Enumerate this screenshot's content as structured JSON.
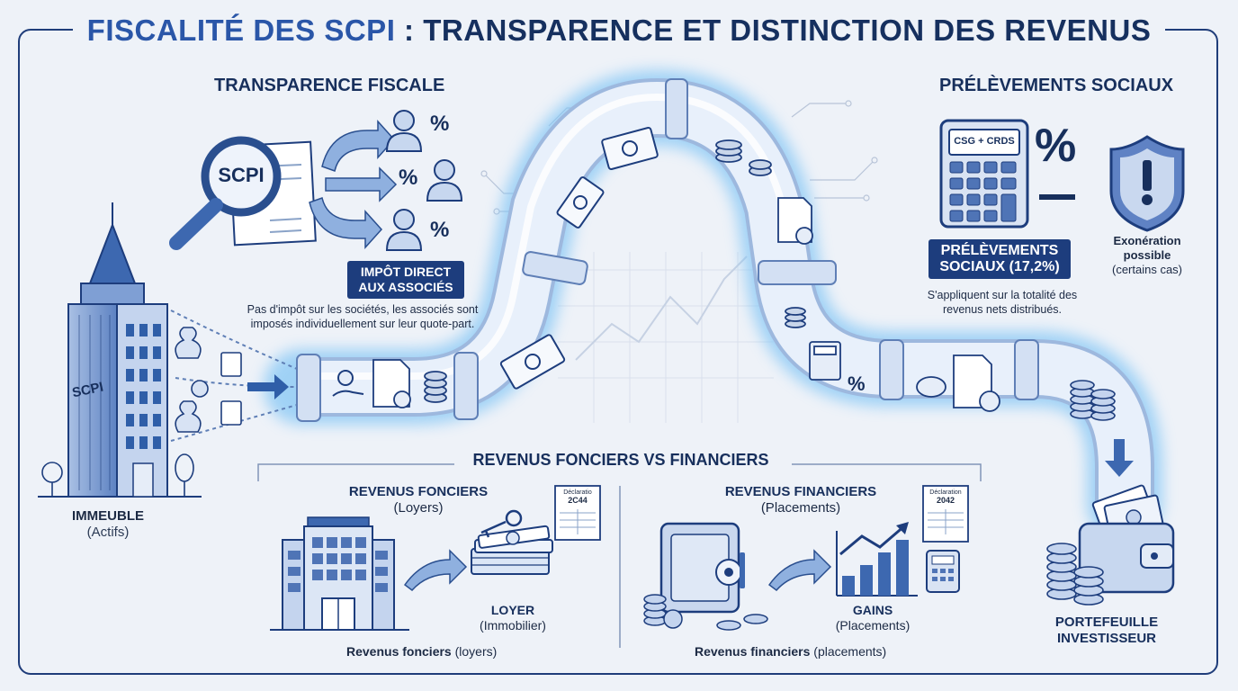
{
  "title": {
    "part1": "FISCALITÉ DES SCPI",
    "part2": " : TRANSPARENCE ET DISTINCTION DES REVENUS"
  },
  "transparence": {
    "heading": "TRANSPARENCE FISCALE",
    "doc_label": "SCPI",
    "percent": "%",
    "box_line1": "IMPÔT DIRECT",
    "box_line2": "AUX ASSOCIÉS",
    "note_line1": "Pas d'impôt sur les sociétés, les associés sont",
    "note_line2": "imposés individuellement sur leur quote-part."
  },
  "prelevements": {
    "heading": "PRÉLÈVEMENTS SOCIAUX",
    "calc_screen": "CSG + CRDS",
    "percent": "%",
    "box_line1": "PRÉLÈVEMENTS",
    "box_line2": "SOCIAUX (17,2%)",
    "note_line1": "S'appliquent sur la totalité des",
    "note_line2": "revenus nets distribués.",
    "exo_line1": "Exonération",
    "exo_line2": "possible",
    "exo_line3": "(certains cas)"
  },
  "immeuble": {
    "building_label": "SCPI",
    "label": "IMMEUBLE",
    "sub": "(Actifs)"
  },
  "portefeuille": {
    "line1": "PORTEFEUILLE",
    "line2": "INVESTISSEUR"
  },
  "pipe": {
    "percent": "%"
  },
  "revenus": {
    "heading": "REVENUS FONCIERS VS FINANCIERS",
    "fonciers": {
      "title": "REVENUS FONCIERS",
      "sub": "(Loyers)",
      "doc_title": "Déclaratio",
      "doc_year": "2C44",
      "result_title": "LOYER",
      "result_sub": "(Immobilier)",
      "caption_bold": "Revenus fonciers",
      "caption_rest": " (loyers)"
    },
    "financiers": {
      "title": "REVENUS FINANCIERS",
      "sub": "(Placements)",
      "doc_title": "Déclaration",
      "doc_year": "2042",
      "result_title": "GAINS",
      "result_sub": "(Placements)",
      "caption_bold": "Revenus financiers",
      "caption_rest": " (placements)"
    }
  },
  "colors": {
    "navy": "#1d3d7d",
    "blue": "#2a56a8",
    "pipe": "#dfe9f7",
    "glow": "#7fc4f5"
  }
}
